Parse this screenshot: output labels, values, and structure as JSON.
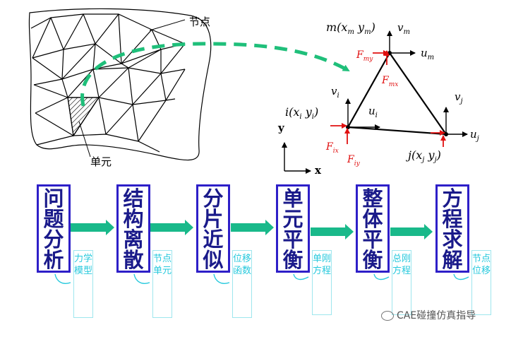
{
  "labels": {
    "node": "节点",
    "element": "单元"
  },
  "triangle": {
    "node_m": {
      "name": "m",
      "x": "x",
      "y": "y",
      "sub": "m"
    },
    "node_i": {
      "name": "i",
      "x": "x",
      "y": "y",
      "sub": "i"
    },
    "node_j": {
      "name": "j",
      "x": "x",
      "y": "y",
      "sub": "j"
    },
    "v_m": "v",
    "v_m_sub": "m",
    "u_m": "u",
    "u_m_sub": "m",
    "F_my": "F",
    "F_my_sub": "my",
    "F_mx": "F",
    "F_mx_sub": "mx",
    "v_i": "v",
    "v_i_sub": "i",
    "u_i": "u",
    "u_i_sub": "i",
    "F_ix": "F",
    "F_ix_sub": "ix",
    "F_iy": "F",
    "F_iy_sub": "iy",
    "v_j": "v",
    "v_j_sub": "j",
    "u_j": "u",
    "u_j_sub": "j"
  },
  "axes": {
    "y": "y",
    "x": "x"
  },
  "steps": [
    {
      "title": "问题分析",
      "sub": "力学模型"
    },
    {
      "title": "结构离散",
      "sub": "节点单元"
    },
    {
      "title": "分片近似",
      "sub": "位移函数"
    },
    {
      "title": "单元平衡",
      "sub": "单刚方程"
    },
    {
      "title": "整体平衡",
      "sub": "总刚方程"
    },
    {
      "title": "方程求解",
      "sub": "节点位移"
    }
  ],
  "watermark": "CAE碰撞仿真指导",
  "colors": {
    "box_border": "#2e1fc8",
    "box_text": "#1a1a8a",
    "arrow": "#19b98a",
    "sub_text": "#27c9dd",
    "force": "#e01010",
    "mesh_link": "#1fbf7a"
  }
}
